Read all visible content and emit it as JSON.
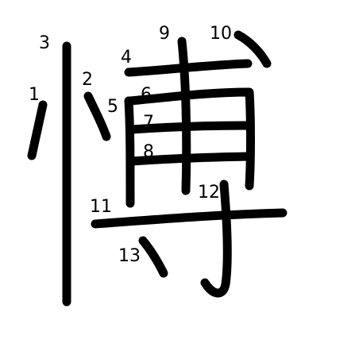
{
  "character": "慱",
  "stroke_numbers": [
    "1",
    "2",
    "3",
    "4",
    "5",
    "6",
    "7",
    "8",
    "9",
    "10",
    "11",
    "12",
    "13"
  ],
  "colors": {
    "background": "#ffffff",
    "stroke": "#000000"
  }
}
